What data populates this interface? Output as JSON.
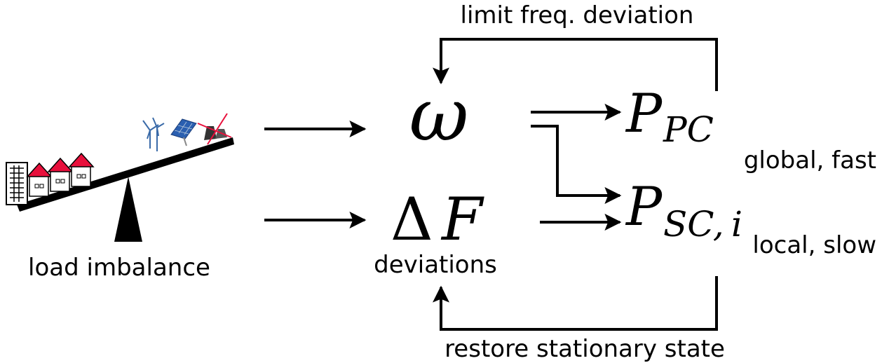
{
  "labels": {
    "top_loop": "limit freq. deviation",
    "bottom_loop": "restore stationary state",
    "left_caption": "load imbalance",
    "deviations": "deviations",
    "global_fast": "global, fast",
    "local_slow": "local, slow"
  },
  "symbols": {
    "omega": "ω",
    "delta": "Δ",
    "F": "F",
    "P": "P",
    "pc_sub": "PC",
    "sc_sub": "SC,",
    "sc_i": "i"
  },
  "colors": {
    "ink": "#000000",
    "roof": "#e8103c",
    "solar": "#2a5fb0",
    "turbine": "#3a6aa8"
  },
  "icons": [
    "seesaw-icon",
    "skyscraper-icon",
    "house-icon",
    "wind-turbine-icon",
    "solar-panel-icon",
    "power-plant-icon"
  ]
}
